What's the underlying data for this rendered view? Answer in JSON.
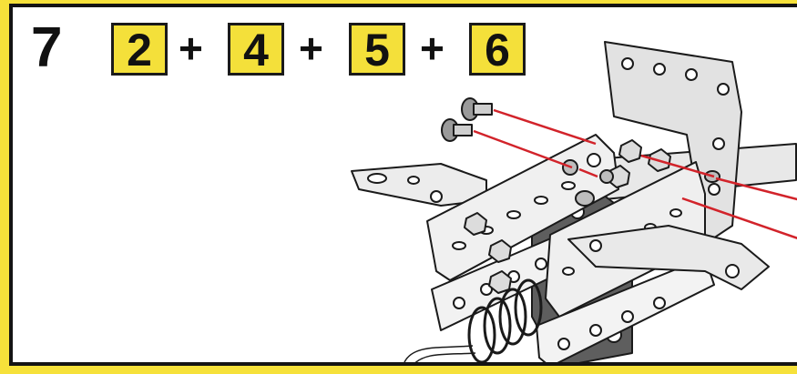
{
  "step": {
    "number": "7"
  },
  "parts": [
    "2",
    "4",
    "5",
    "6"
  ],
  "operator": "+",
  "colors": {
    "background_yellow": "#f6e13a",
    "box_yellow": "#f4e03a",
    "panel": "#ffffff",
    "outline": "#141414",
    "assembly_line": "#d2232a",
    "metal_light": "#e8e8e8",
    "metal_dark": "#5e5e5e"
  },
  "icons": [
    "screw-icon",
    "nut-icon",
    "spring-icon",
    "metal-strip-icon",
    "bracket-icon"
  ]
}
